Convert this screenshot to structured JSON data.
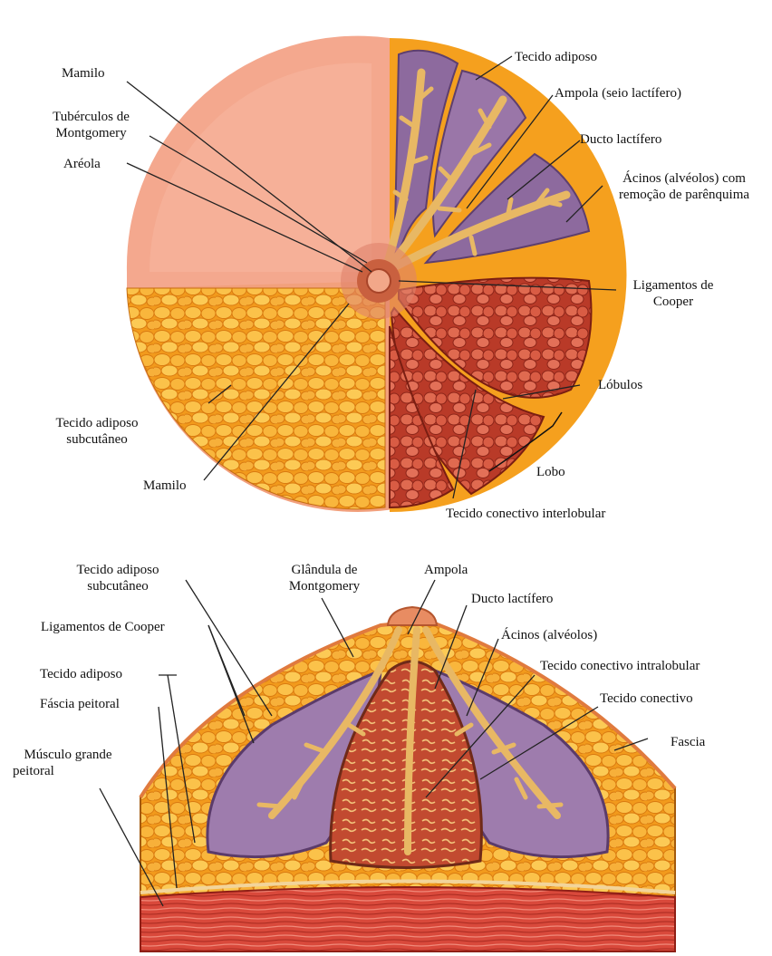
{
  "front_view": {
    "labels": {
      "mamilo_top": "Mamilo",
      "tuberculos_line1": "Tubérculos de",
      "tuberculos_line2": "Montgomery",
      "areola": "Aréola",
      "tecido_adiposo": "Tecido adiposo",
      "ampola": "Ampola (seio lactífero)",
      "ducto": "Ducto lactífero",
      "acinos_line1": "Ácinos (alvéolos) com",
      "acinos_line2": "remoção de parênquima",
      "ligamentos_line1": "Ligamentos de",
      "ligamentos_line2": "Cooper",
      "lobulos": "Lóbulos",
      "lobo": "Lobo",
      "adiposo_sub_line1": "Tecido adiposo",
      "adiposo_sub_line2": "subcutâneo",
      "mamilo_bottom": "Mamilo",
      "conectivo_interlobular": "Tecido conectivo interlobular"
    }
  },
  "section_view": {
    "labels": {
      "adiposo_sub_line1": "Tecido adiposo",
      "adiposo_sub_line2": "subcutâneo",
      "glandula_line1": "Glândula de",
      "glandula_line2": "Montgomery",
      "ampola": "Ampola",
      "ducto": "Ducto lactífero",
      "ligamentos": "Ligamentos de Cooper",
      "acinos": "Ácinos (alvéolos)",
      "tecido_adiposo": "Tecido adiposo",
      "conectivo_intralobular": "Tecido conectivo intralobular",
      "fascia_peitoral": "Fáscia peitoral",
      "tecido_conectivo": "Tecido conectivo",
      "musculo_line1": "Músculo grande",
      "musculo_line2": "peitoral",
      "fascia": "Fascia"
    }
  },
  "colors": {
    "skin": "#f3a58c",
    "fat": "#f5a21f",
    "fat_light": "#fbd05a",
    "duct": "#e9b865",
    "lobe_purple": "#8a6a9c",
    "lobule_red": "#c9452e",
    "muscle": "#d84a3c"
  }
}
